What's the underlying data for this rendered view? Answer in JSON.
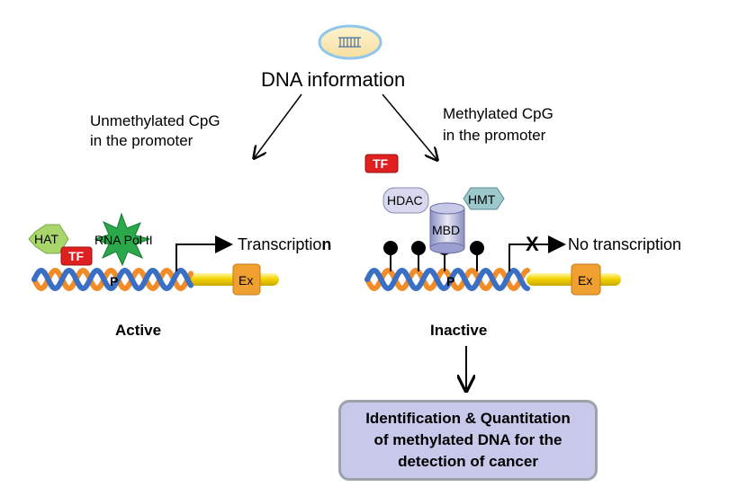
{
  "title": "DNA information",
  "branches": {
    "left": {
      "condition_line1": "Unmethylated CpG",
      "condition_line2": "in the promoter",
      "state": "Active"
    },
    "right": {
      "condition_line1": "Methylated CpG",
      "condition_line2": "in the promoter",
      "state": "Inactive"
    }
  },
  "active_panel": {
    "hat": "HAT",
    "tf": "TF",
    "rna_pol": "RNA Pol II",
    "transcription_main": "Transcriptio",
    "transcription_last": "n",
    "promoter": "P",
    "exon": "Ex"
  },
  "inactive_panel": {
    "tf": "TF",
    "hdac": "HDAC",
    "hmt": "HMT",
    "mbd": "MBD",
    "blocked_mark": "X",
    "no_transcription": "No transcription",
    "promoter": "P",
    "exon": "Ex"
  },
  "outcome": {
    "line1": "Identification & Quantitation",
    "line2": "of methylated DNA for the",
    "line3": "detection of cancer"
  },
  "colors": {
    "dna_orange": "#f28c28",
    "dna_blue": "#3a6fc4",
    "exon_gold": "#f5d400",
    "exon_box": "#f0a030",
    "tf_red": "#e02020",
    "hat_green": "#a8d66a",
    "rna_pol_green": "#2aa84a",
    "hdac_lavender": "#d8d8ee",
    "hmt_teal": "#9cc8cc",
    "outcome_fill": "#c7c8ea",
    "outcome_border": "#9aa3a9"
  }
}
